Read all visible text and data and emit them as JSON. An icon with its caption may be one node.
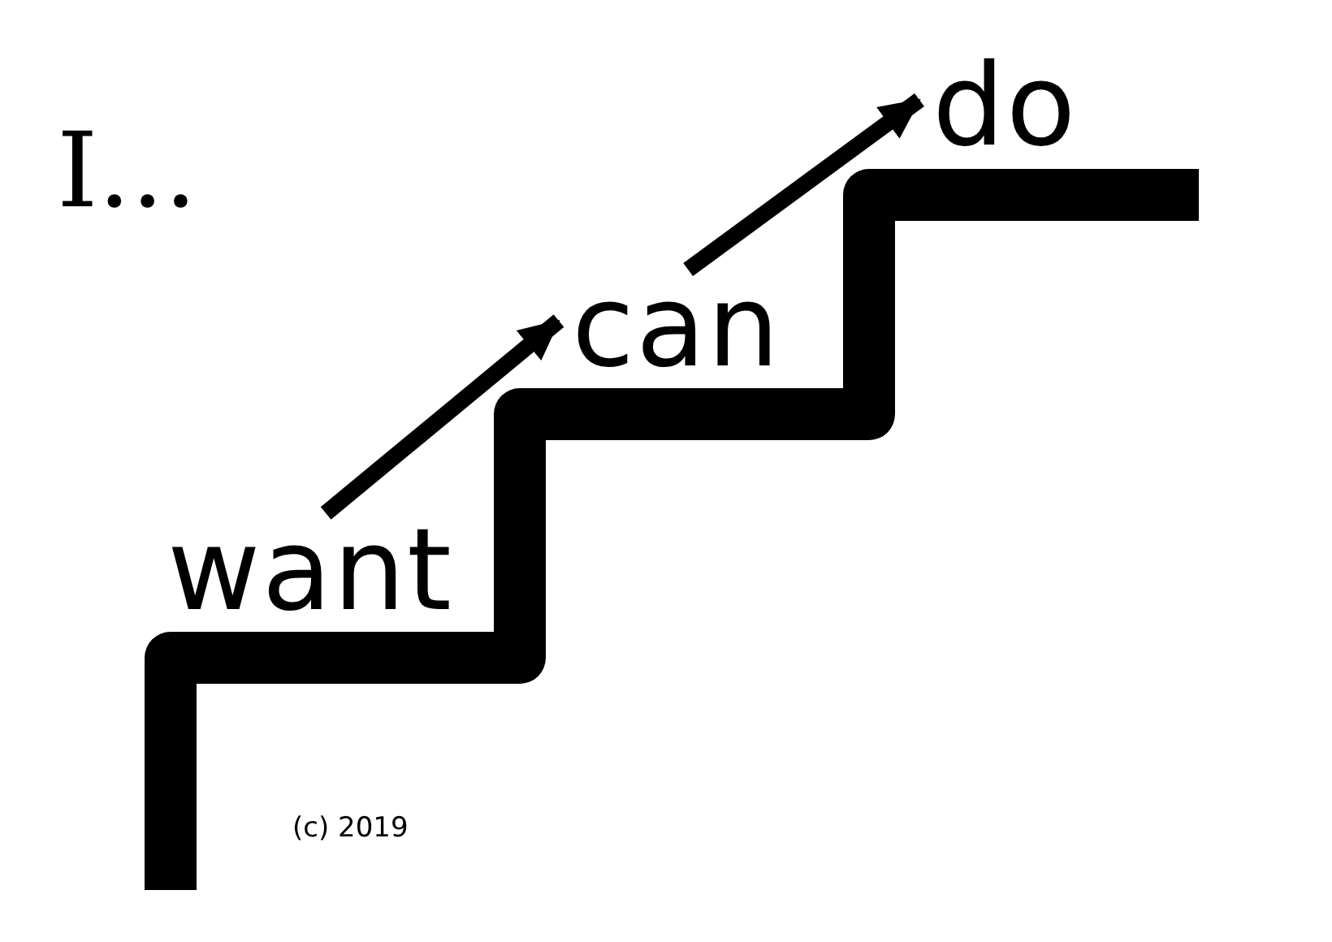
{
  "diagram": {
    "title": "I...",
    "nodes": [
      {
        "text": [
          "want"
        ]
      },
      {
        "text": [
          "can"
        ]
      },
      {
        "text": [
          "do"
        ]
      }
    ],
    "edges": [
      {
        "from": 0,
        "to": 1,
        "arrow": "to"
      },
      {
        "from": 1,
        "to": 2,
        "arrow": "to"
      }
    ],
    "labels": [
      "(c) 2019"
    ]
  }
}
